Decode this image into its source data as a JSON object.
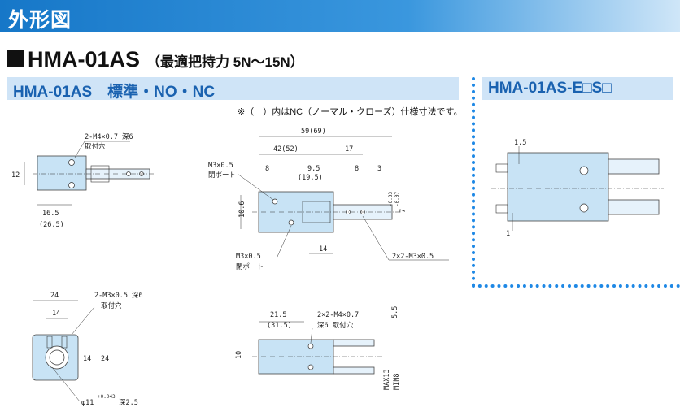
{
  "header": {
    "title": "外形図"
  },
  "model": {
    "name": "HMA-01AS",
    "subtitle": "（最適把持力 5N～15N）"
  },
  "sections": {
    "left_title": "HMA-01AS　標準・NO・NC",
    "right_title": "HMA-01AS-E□S□"
  },
  "note": "※（　）内はNC（ノーマル・クローズ）仕様寸法です。",
  "dims": {
    "d1_hole": "2-M4×0.7 深6",
    "d1_hole2": "取付穴",
    "d1_12": "12",
    "d1_165": "16.5",
    "d1_265": "(26.5)",
    "d2_59": "59(69)",
    "d2_42": "42(52)",
    "d2_17": "17",
    "d2_m3a": "M3×0.5",
    "d2_porta": "閉ポート",
    "d2_8a": "8",
    "d2_95": "9.5",
    "d2_195": "(19.5)",
    "d2_8b": "8",
    "d2_3": "3",
    "d2_106": "10.6",
    "d2_7": "7",
    "d2_tol": "-0.03",
    "d2_tol2": "-0.07",
    "d2_m3b": "M3×0.5",
    "d2_portb": "閉ポート",
    "d2_14": "14",
    "d2_2m3": "2×2-M3×0.5",
    "d3_24": "24",
    "d3_14": "14",
    "d3_hole": "2-M3×0.5 深6",
    "d3_hole2": "取付穴",
    "d3_v14": "14",
    "d3_v24": "24",
    "d3_phi": "φ11",
    "d3_phitol": "+0.043",
    "d3_depth": "深2.5",
    "d4_215": "21.5",
    "d4_315": "(31.5)",
    "d4_hole": "2×2-M4×0.7",
    "d4_hole2": "深6 取付穴",
    "d4_55": "5.5",
    "d4_10": "10",
    "d4_max": "MAX13",
    "d4_min": "MIN8",
    "d5_15": "1.5",
    "d5_1": "1"
  }
}
